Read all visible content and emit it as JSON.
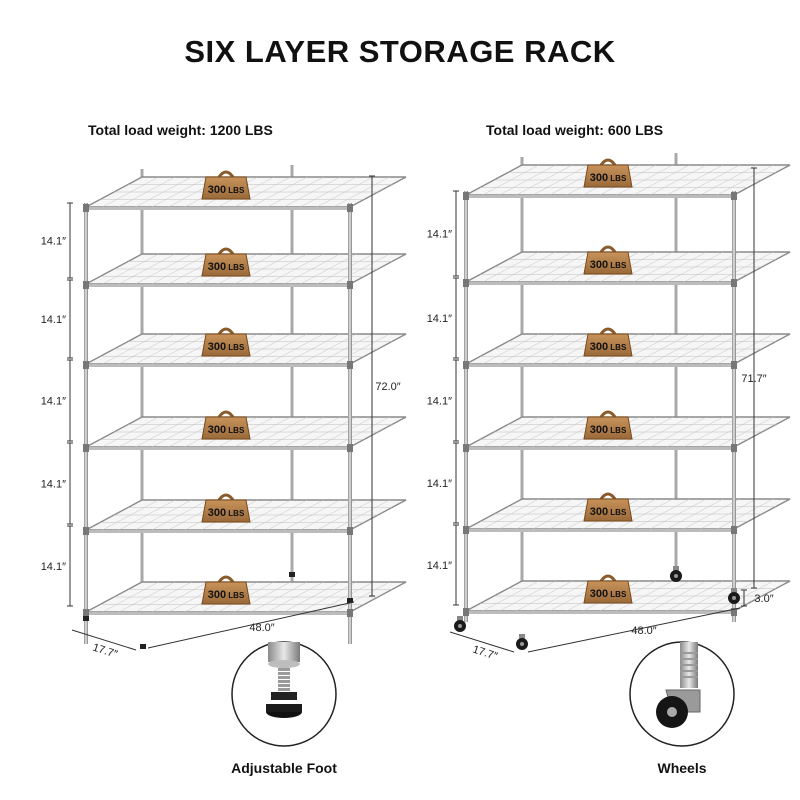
{
  "title": "SIX LAYER STORAGE RACK",
  "left_rack": {
    "load_label": "Total load weight: 1200 LBS",
    "shelf_capacity": "300",
    "shelf_unit": "LBS",
    "spacing": "14.1″",
    "height": "72.0″",
    "width": "48.0″",
    "depth": "17.7″",
    "caption": "Adjustable Foot"
  },
  "right_rack": {
    "load_label": "Total load weight: 600 LBS",
    "shelf_capacity": "300",
    "shelf_unit": "LBS",
    "spacing": "14.1″",
    "height": "71.7″",
    "wheel_height": "3.0″",
    "width": "48.0″",
    "depth": "17.7″",
    "caption": "Wheels"
  }
}
